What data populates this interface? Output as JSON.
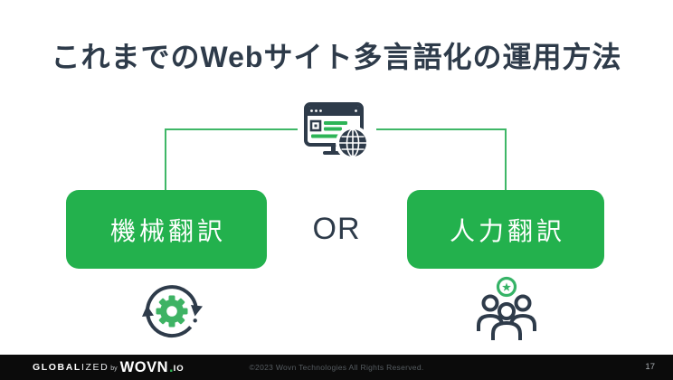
{
  "title": "これまでのWebサイト多言語化の運用方法",
  "diagram": {
    "or_label": "OR",
    "website_icon": "browser-globe-icon",
    "options": [
      {
        "label": "機械翻訳",
        "icon": "sync-gear-icon"
      },
      {
        "label": "人力翻訳",
        "icon": "team-star-icon"
      }
    ]
  },
  "colors": {
    "box_green": "#23b14d",
    "line_green": "#3fb767",
    "icon_green": "#3eb364",
    "dark_navy": "#2e3b4a",
    "footer_bg": "#0b0b0b"
  },
  "footer": {
    "logo": {
      "global": "GLOBAL",
      "ized": "IZED",
      "by": "by",
      "wovn": "WOVN",
      "dot": ".",
      "io": "IO"
    },
    "copyright": "©2023 Wovn Technologies  All Rights Reserved.",
    "page_number": "17"
  }
}
